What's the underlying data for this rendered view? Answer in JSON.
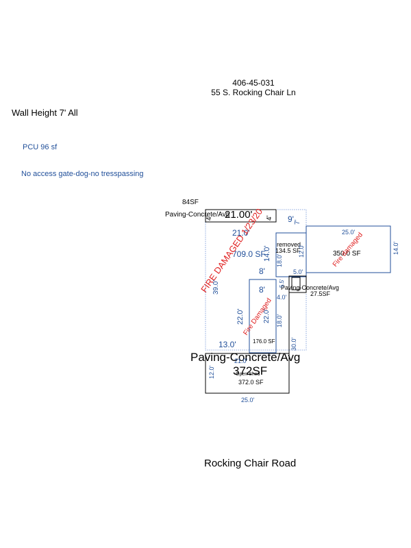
{
  "header": {
    "parcel_id": "406-45-031",
    "address": "55 S. Rocking Chair Ln"
  },
  "notes": {
    "wall_height": "Wall Height 7' All",
    "pcu": "PCU  96 sf",
    "access": "No access gate-dog-no tresspassing"
  },
  "sketch": {
    "top_area_label": "84SF",
    "top_paving_label": "Paving-Concrete/Avg",
    "top_dim": "21.00'",
    "top_side_left": "4'",
    "top_side_right": "4'",
    "main_top_dim": "21.0'",
    "main_area": "709.0 SF",
    "fire_damaged_date": "FIRE DAMAGED 1/23/20",
    "main_left_dim": "39.0'",
    "dim_14": "14.0'",
    "dim_8a": "8'",
    "dim_8b": "8'",
    "dim_9": "9'",
    "dim_7": "7'",
    "removed_label": "removed",
    "removed_area": "134.5 SF",
    "dim_18a": "18.0'",
    "dim_12": "12.0'",
    "right_top_dim": "25.0'",
    "right_area": "350.0 SF",
    "right_side_dim": "14.0'",
    "fire_damaged_right": "Fire damaged",
    "small_top_dim": "5.0'",
    "small_paving_label": "Paving-Concrete/Avg",
    "small_area": "27.5SF",
    "dim_55": "5.5'",
    "dim_40": "4.0'",
    "dim_22a": "22.0'",
    "dim_22b": "22.0'",
    "dim_18b": "18.0'",
    "fire_damaged_center": "Fire Damaged",
    "center_area": "176.0 SF",
    "dim_13": "13.0'",
    "dim_30": "30.0'",
    "dim_21": "21.0'",
    "open_label": "Open Shed",
    "bottom_area": "372.0 SF",
    "dim_12b": "12.0'",
    "bottom_dim": "25.0'",
    "big_paving_label": "Paving-Concrete/Avg",
    "big_paving_area": "372SF",
    "road": "Rocking Chair Road"
  },
  "colors": {
    "dimension": "#1f4e99",
    "fire": "#e02020",
    "outline": "#000000",
    "paving_outline": "#6a8fd6"
  }
}
